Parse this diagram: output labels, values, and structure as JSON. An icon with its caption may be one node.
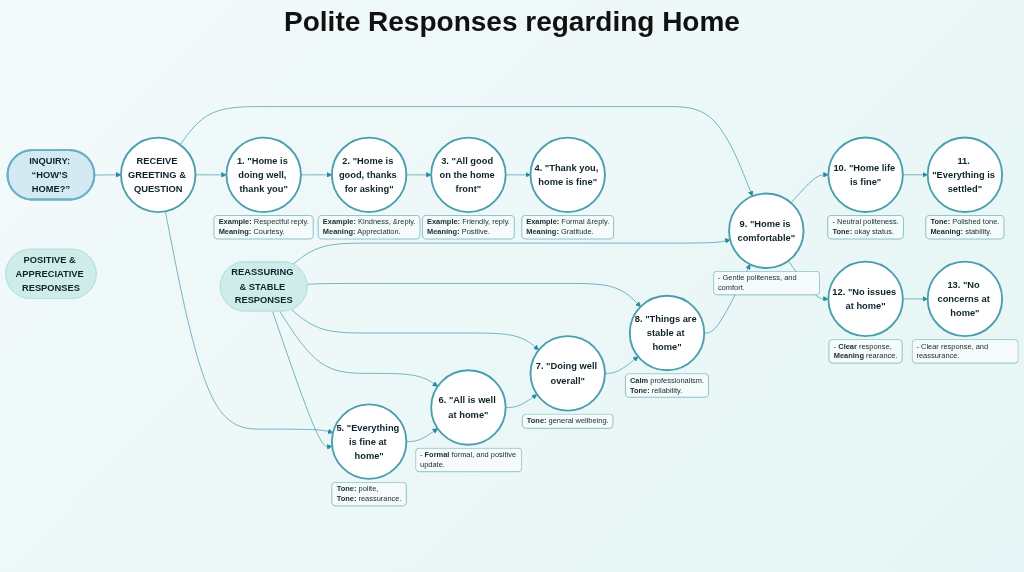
{
  "diagram": {
    "title": "Polite Responses regarding Home",
    "nodes": [
      {
        "text": [
          "INQUIRY: “HOW’S HOME?”"
        ]
      },
      {
        "text": [
          "RECEIVE GREETING & QUESTION"
        ]
      },
      {
        "text": [
          "POSITIVE & APPRECIATIVE RESPONSES"
        ]
      },
      {
        "text": [
          "1. \"Home is doing well, thank you\""
        ],
        "beside": [
          "**Example:** Respectful reply.",
          "**Meaning:** Courtesy."
        ]
      },
      {
        "text": [
          "2. \"Home is good, thanks for asking\""
        ],
        "beside": [
          "**Example:** Kindness, &reply.",
          "**Meaning:** Appreciation."
        ]
      },
      {
        "text": [
          "3. \"All good on the home front\""
        ],
        "beside": [
          "**Example:** Friendly, reply.",
          "**Meaning:** Positive."
        ]
      },
      {
        "text": [
          "4. \"Thank you, home is fine\""
        ],
        "beside": [
          "**Example:** Formal &reply.",
          "**Meaning:** Gratitude."
        ]
      },
      {
        "text": [
          "REASSURING & STABLE RESPONSES"
        ]
      },
      {
        "text": [
          "5. \"Everything is fine at home\""
        ],
        "beside": [
          "**Tone:** polite,",
          "**Tone:** reassurance."
        ]
      },
      {
        "text": [
          "6. \"All is well at home\""
        ],
        "beside": [
          "- **Formal** formal, and positive update."
        ]
      },
      {
        "text": [
          "7. \"Doing well overall\""
        ],
        "beside": [
          "**Tone:** general wellbeing."
        ]
      },
      {
        "text": [
          "8. \"Things are stable at home\""
        ],
        "beside": [
          "**Calm** professionalism.",
          "**Tone:** reliability."
        ]
      },
      {
        "text": [
          "9. \"Home is comfortable\""
        ],
        "beside": [
          "- Gentle politeness, and comfort."
        ]
      },
      {
        "text": [
          "10. \"Home life is fine\""
        ],
        "beside": [
          "- Neutral politeness.",
          "**Tone:** okay status."
        ]
      },
      {
        "text": [
          "11. \"Everything is settled\""
        ],
        "beside": [
          "**Tone:** Polished tone.",
          "**Meaning:** stability."
        ]
      },
      {
        "text": [
          "12. \"No issues at home\""
        ],
        "beside": [
          "- **Clear** response,",
          "**Meaning** rearance."
        ]
      },
      {
        "text": [
          "13. \"No concerns at home\""
        ],
        "beside": [
          "- Clear response, and reassurance."
        ]
      }
    ],
    "edges": [
      {
        "from": 0,
        "to": 1,
        "arrow": "to"
      },
      {
        "from": 1,
        "to": 3,
        "arrow": "to"
      },
      {
        "from": 3,
        "to": 4,
        "arrow": "to"
      },
      {
        "from": 4,
        "to": 5,
        "arrow": "to"
      },
      {
        "from": 5,
        "to": 6,
        "arrow": "to"
      },
      {
        "from": 1,
        "to": 8,
        "arrow": "to"
      },
      {
        "from": 1,
        "to": 12,
        "arrow": "to"
      },
      {
        "from": 7,
        "to": 8,
        "arrow": "to"
      },
      {
        "from": 7,
        "to": 9,
        "arrow": "to"
      },
      {
        "from": 7,
        "to": 10,
        "arrow": "to"
      },
      {
        "from": 7,
        "to": 11,
        "arrow": "to"
      },
      {
        "from": 7,
        "to": 12,
        "arrow": "to"
      },
      {
        "from": 8,
        "to": 9,
        "arrow": "to"
      },
      {
        "from": 9,
        "to": 10,
        "arrow": "to"
      },
      {
        "from": 10,
        "to": 11,
        "arrow": "to"
      },
      {
        "from": 11,
        "to": 12,
        "arrow": "to"
      },
      {
        "from": 12,
        "to": 13,
        "arrow": "to"
      },
      {
        "from": 12,
        "to": 15,
        "arrow": "to"
      },
      {
        "from": 13,
        "to": 14,
        "arrow": "to"
      },
      {
        "from": 15,
        "to": 16,
        "arrow": "to"
      }
    ]
  }
}
